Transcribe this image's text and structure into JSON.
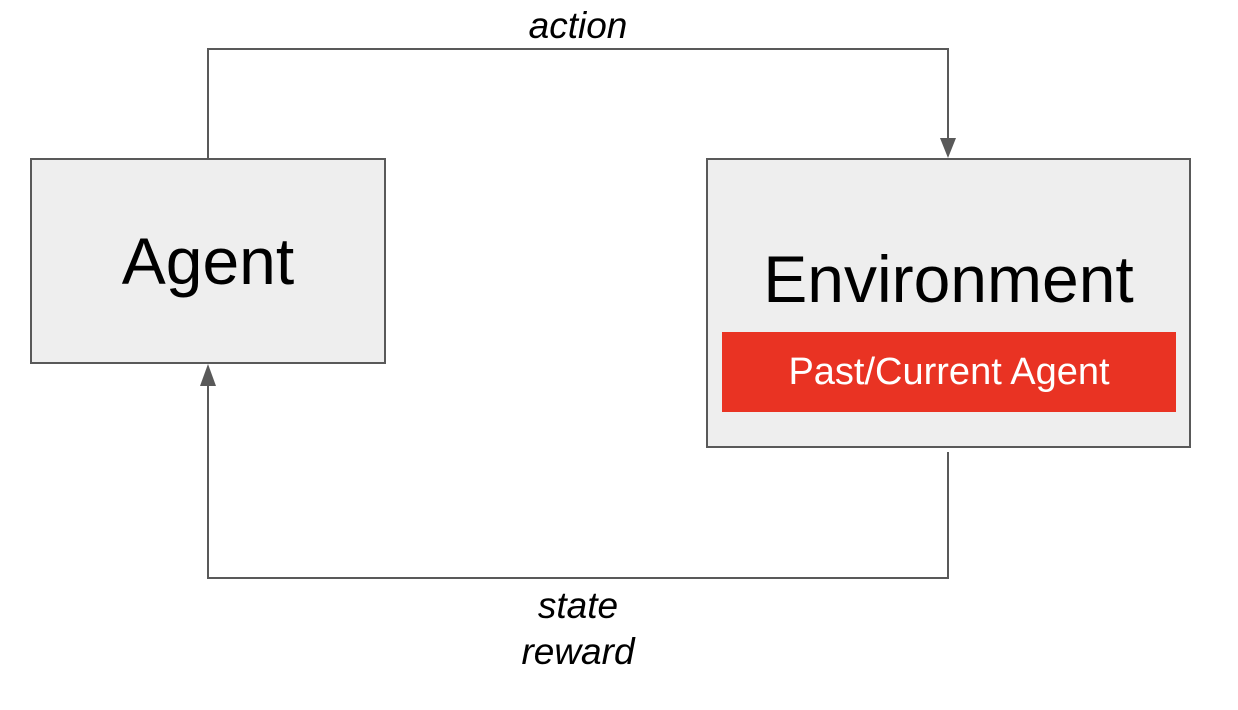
{
  "nodes": {
    "agent": {
      "label": "Agent"
    },
    "environment": {
      "label": "Environment",
      "inner_label": "Past/Current Agent"
    }
  },
  "edges": {
    "action": {
      "label": "action"
    },
    "feedback": {
      "labels": [
        "state",
        "reward"
      ]
    }
  },
  "colors": {
    "box_fill": "#eeeeee",
    "box_border": "#595959",
    "highlight": "#e93323",
    "line": "#595959"
  }
}
